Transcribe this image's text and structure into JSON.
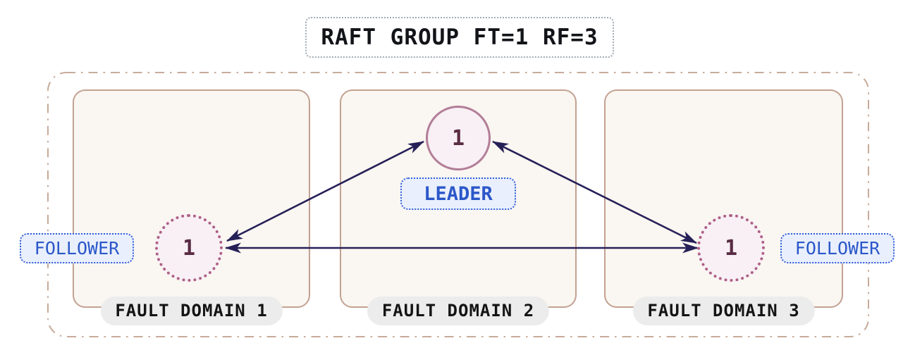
{
  "title": "RAFT GROUP FT=1 RF=3",
  "raft_group": {
    "fault_tolerance": "FT=1",
    "replication_factor": "RF=3"
  },
  "domains": [
    {
      "label": "FAULT DOMAIN 1",
      "node_role": "FOLLOWER"
    },
    {
      "label": "FAULT DOMAIN 2",
      "node_role": "LEADER"
    },
    {
      "label": "FAULT DOMAIN 3",
      "node_role": "FOLLOWER"
    }
  ],
  "nodes": {
    "leader": {
      "value": "1",
      "role": "LEADER"
    },
    "follower_left": {
      "value": "1",
      "role": "FOLLOWER"
    },
    "follower_right": {
      "value": "1",
      "role": "FOLLOWER"
    }
  },
  "edges": [
    {
      "from": "follower_left",
      "to": "leader",
      "bidirectional": true
    },
    {
      "from": "leader",
      "to": "follower_right",
      "bidirectional": true
    },
    {
      "from": "follower_left",
      "to": "follower_right",
      "bidirectional": true
    }
  ],
  "colors": {
    "arrow": "#262058",
    "accent_blue": "#2b57c8",
    "blue_border": "#2f5cd8",
    "blue_bg": "#e9effc",
    "leader_border": "#b27d98",
    "follower_border": "#ad5f86",
    "node_fill": "#f8f0f4",
    "node_text": "#5a2c44",
    "domain_border": "#c2a292",
    "domain_fill": "#faf6f1",
    "outer_border": "#c7ab99",
    "pill_bg": "#ececec",
    "pill_text": "#141414",
    "title_border": "#a2a9b3",
    "title_text": "#121418",
    "page_bg": "#ffffff"
  }
}
